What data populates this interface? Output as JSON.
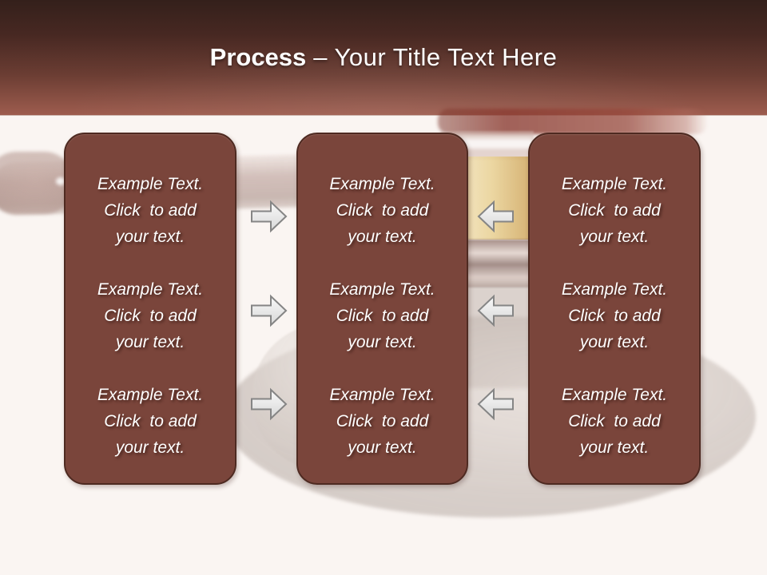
{
  "title": {
    "bold": "Process",
    "dash": "–",
    "rest": "Your Title Text Here"
  },
  "boxes": [
    {
      "position": "left",
      "items": [
        "Example Text.\nClick  to add\nyour text.",
        "Example Text.\nClick  to add\nyour text.",
        "Example Text.\nClick  to add\nyour text."
      ]
    },
    {
      "position": "middle",
      "items": [
        "Example Text.\nClick  to add\nyour text.",
        "Example Text.\nClick  to add\nyour text.",
        "Example Text.\nClick  to add\nyour text."
      ]
    },
    {
      "position": "right",
      "items": [
        "Example Text.\nClick  to add\nyour text.",
        "Example Text.\nClick  to add\nyour text.",
        "Example Text.\nClick  to add\nyour text."
      ]
    }
  ],
  "arrows": {
    "between_left_and_middle": {
      "direction": "right",
      "count": 3
    },
    "between_right_and_middle": {
      "direction": "left",
      "count": 3
    }
  },
  "background_image": "faded-gavel-photo",
  "colors": {
    "header_gradient_top": "#34201b",
    "header_gradient_bottom": "#9d5c4e",
    "slide_background": "#faf5f2",
    "box_fill": "#7a453b",
    "box_border": "#4e2a21",
    "text_color": "#ffffff",
    "arrow_fill_light": "#f9f9f9",
    "arrow_fill_dark": "#d8d8d8",
    "arrow_stroke": "#858585",
    "gavel_gold": "#e9d193"
  }
}
